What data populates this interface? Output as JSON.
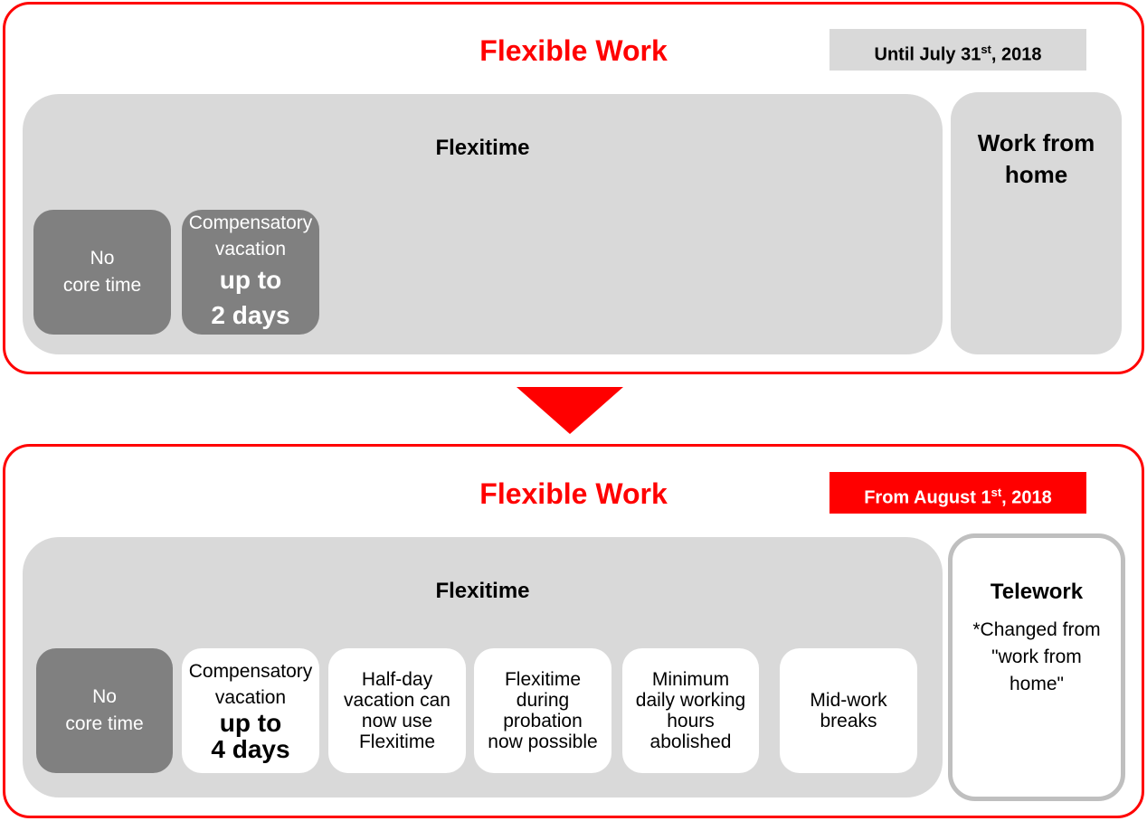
{
  "colors": {
    "accent": "#ff0000",
    "box_gray": "#d9d9d9",
    "item_dark": "#808080"
  },
  "before": {
    "title": "Flexible Work",
    "date_badge": {
      "prefix": "Until July 31",
      "sup": "st",
      "suffix": ", 2018"
    },
    "flexitime": {
      "title": "Flexitime",
      "items": [
        {
          "lines": [
            "No",
            "core time"
          ]
        },
        {
          "lines": [
            "Compensatory",
            "vacation"
          ],
          "big": [
            "up to",
            "2 days"
          ]
        }
      ]
    },
    "side": {
      "title_lines": [
        "Work from",
        "home"
      ]
    }
  },
  "after": {
    "title": "Flexible Work",
    "date_badge": {
      "prefix": "From August 1",
      "sup": "st",
      "suffix": ", 2018"
    },
    "flexitime": {
      "title": "Flexitime",
      "items": [
        {
          "lines": [
            "No",
            "core time"
          ]
        },
        {
          "lines": [
            "Compensatory",
            "vacation"
          ],
          "big": [
            "up to",
            "4 days"
          ]
        },
        {
          "lines": [
            "Half-day",
            "vacation can",
            "now use",
            "Flexitime"
          ]
        },
        {
          "lines": [
            "Flexitime",
            "during",
            "probation",
            "now possible"
          ]
        },
        {
          "lines": [
            "Minimum",
            "daily working",
            "hours",
            "abolished"
          ]
        },
        {
          "lines": [
            "Mid-work",
            "breaks"
          ]
        }
      ]
    },
    "side": {
      "title": "Telework",
      "note_lines": [
        "*Changed from",
        "\"work from",
        "home\""
      ]
    }
  }
}
